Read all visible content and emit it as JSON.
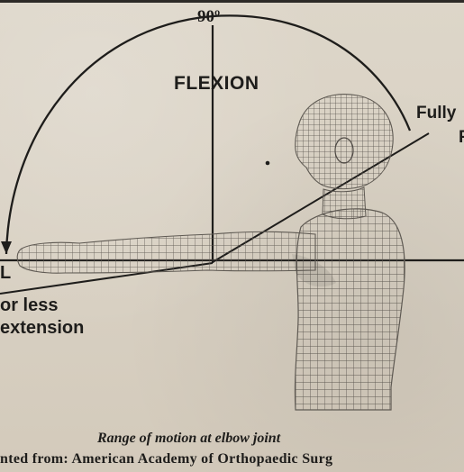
{
  "labels": {
    "top_angle": "90º",
    "flexion": "FLEXION",
    "fully_1": "Fully",
    "fully_2": "F",
    "left_letter": "L",
    "or_less": "or less",
    "extension": "extension",
    "caption": "Range of motion at elbow joint",
    "source": "nted from: American Academy of Orthopaedic Surg"
  },
  "colors": {
    "paper": "#d9d2c4",
    "ink": "#1e1d1b",
    "mesh": "#5a554f"
  },
  "figure": {
    "subject": "wireframe human figure with arm extended forward",
    "icon": "human-mesh-icon"
  }
}
